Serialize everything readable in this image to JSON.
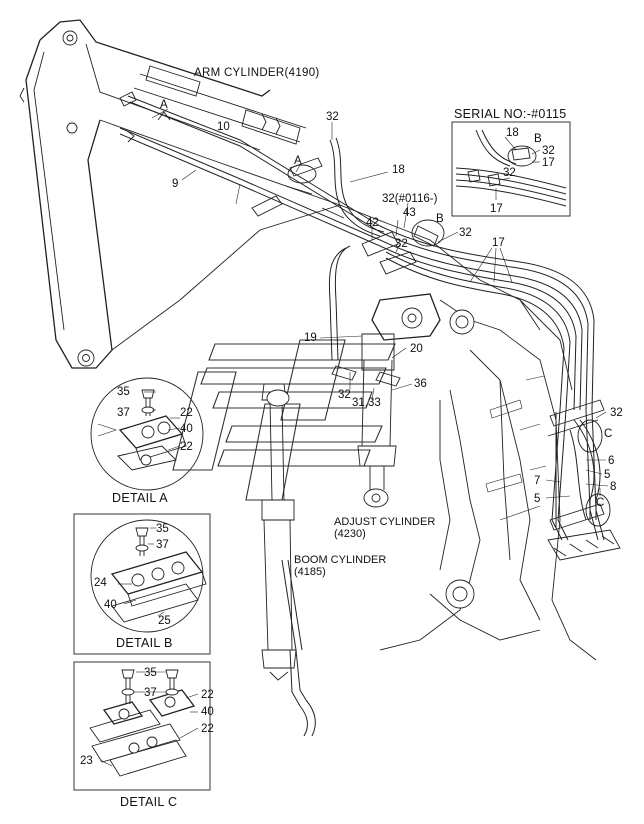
{
  "labels": {
    "arm_cylinder": "ARM CYLINDER(4190)",
    "boom_cylinder_line1": "BOOM CYLINDER",
    "boom_cylinder_line2": "(4185)",
    "adjust_cylinder_line1": "ADJUST CYLINDER",
    "adjust_cylinder_line2": "(4230)",
    "serial_no": "SERIAL NO:-#0115",
    "detail_a": "DETAIL  A",
    "detail_b": "DETAIL  B",
    "detail_c": "DETAIL  C"
  },
  "callouts": {
    "p10": "10",
    "p9": "9",
    "pA1": "A",
    "pA2": "A",
    "p32a": "32",
    "p18a": "18",
    "p32_0116": "32(#0116-)",
    "p42": "42",
    "p43": "43",
    "pB1": "B",
    "p32b": "32",
    "p32c": "32",
    "p17a": "17",
    "p19": "19",
    "p20": "20",
    "p32d": "32",
    "p36": "36",
    "p31_33": "31,33",
    "p32e": "32",
    "pC1": "C",
    "p6": "6",
    "p5a": "5",
    "p8": "8",
    "p7": "7",
    "p5b": "5",
    "pC2": "C",
    "inset_18": "18",
    "inset_B": "B",
    "inset_32a": "32",
    "inset_17a": "17",
    "inset_32b": "32",
    "inset_17b": "17",
    "da_35": "35",
    "da_37": "37",
    "da_22a": "22",
    "da_40": "40",
    "da_22b": "22",
    "db_35": "35",
    "db_37": "37",
    "db_24": "24",
    "db_40": "40",
    "db_25": "25",
    "dc_35": "35",
    "dc_37": "37",
    "dc_22a": "22",
    "dc_40": "40",
    "dc_22b": "22",
    "dc_23": "23"
  }
}
